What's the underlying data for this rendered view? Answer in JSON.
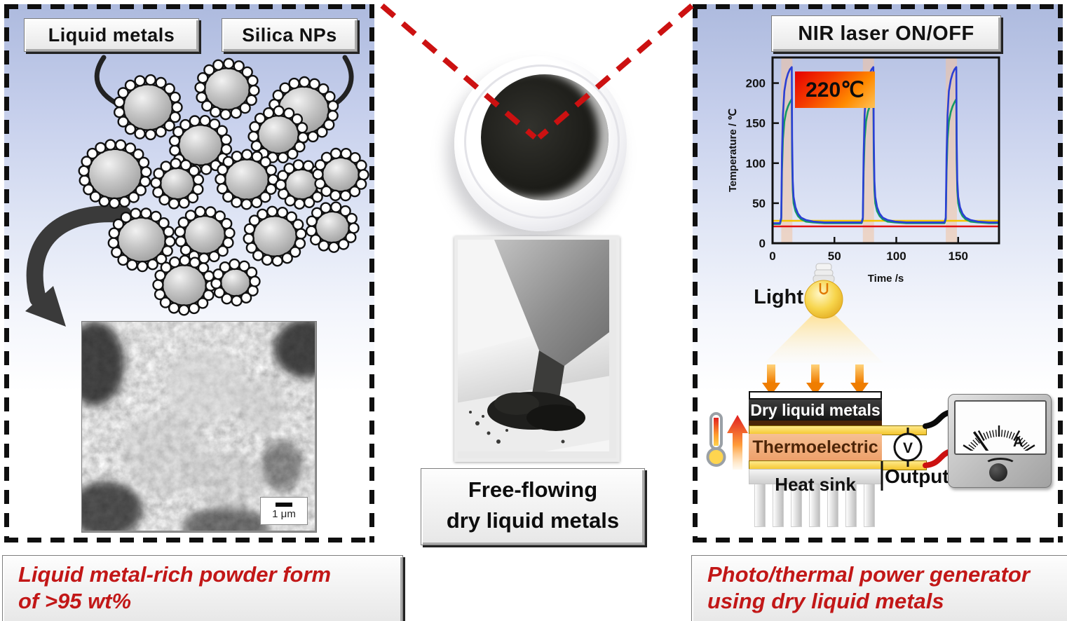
{
  "left_panel": {
    "labels": {
      "liquid_metals": "Liquid metals",
      "silica_nps": "Silica NPs"
    },
    "sem_scale": "1 μm",
    "caption": {
      "line1": "Liquid metal-rich powder form",
      "line2": "of >95 wt%"
    },
    "schematic": {
      "particles": [
        [
          205,
          147,
          35
        ],
        [
          318,
          121,
          32
        ],
        [
          427,
          151,
          36
        ],
        [
          280,
          201,
          31
        ],
        [
          391,
          186,
          29
        ],
        [
          158,
          242,
          38
        ],
        [
          247,
          256,
          24
        ],
        [
          346,
          250,
          31
        ],
        [
          424,
          257,
          23
        ],
        [
          480,
          243,
          26
        ],
        [
          196,
          336,
          34
        ],
        [
          286,
          329,
          29
        ],
        [
          386,
          331,
          31
        ],
        [
          468,
          318,
          24
        ],
        [
          257,
          401,
          31
        ],
        [
          330,
          397,
          21
        ]
      ]
    }
  },
  "middle": {
    "caption": {
      "line1": "Free-flowing",
      "line2": "dry liquid metals"
    }
  },
  "right_panel": {
    "title": "NIR laser ON/OFF",
    "temp_badge": "220℃",
    "light_label": "Light",
    "stack": {
      "top_layer": "Dry liquid metals",
      "middle_layer": "Thermoelectric",
      "bottom_layer": "Heat sink"
    },
    "output_label": "Output",
    "voltmeter_label": "V",
    "ammeter_label": "A",
    "caption": {
      "line1": "Photo/thermal power generator",
      "line2": "using dry liquid metals"
    }
  },
  "colors": {
    "caption_red": "#c21717",
    "dash_red": "#cc1111",
    "laser_band": "#f3c3a0",
    "series_blue": "#2b3fd4",
    "series_green": "#159a62",
    "series_yellow": "#f5c400",
    "series_red": "#e01212"
  },
  "chart_data": {
    "type": "line",
    "title": "NIR laser ON/OFF temperature cycling",
    "xlabel": "Time /s",
    "ylabel": "Temperature / ℃",
    "xlim": [
      0,
      183
    ],
    "ylim": [
      0,
      232
    ],
    "xticks": [
      0,
      50,
      100,
      150
    ],
    "yticks": [
      0,
      50,
      100,
      150,
      200
    ],
    "grid": false,
    "legend": "none",
    "annotation": "220℃",
    "laser_on_intervals": [
      [
        7,
        16
      ],
      [
        73,
        82
      ],
      [
        140,
        149
      ]
    ],
    "series": [
      {
        "name": "red",
        "color": "#e01212",
        "points": [
          [
            0,
            21
          ],
          [
            183,
            21
          ]
        ]
      },
      {
        "name": "yellow",
        "color": "#f5c400",
        "points": [
          [
            0,
            28
          ],
          [
            183,
            28
          ]
        ]
      },
      {
        "name": "green",
        "color": "#159a62",
        "points": [
          [
            0,
            24
          ],
          [
            6,
            24
          ],
          [
            7,
            30
          ],
          [
            7.6,
            90
          ],
          [
            8.4,
            130
          ],
          [
            9.5,
            152
          ],
          [
            11,
            164
          ],
          [
            12.5,
            171
          ],
          [
            14,
            176
          ],
          [
            15.5,
            180
          ],
          [
            15.8,
            105
          ],
          [
            16.3,
            66
          ],
          [
            17,
            50
          ],
          [
            18.5,
            40
          ],
          [
            20.5,
            34
          ],
          [
            23,
            30
          ],
          [
            27,
            27
          ],
          [
            33,
            26
          ],
          [
            42,
            25
          ],
          [
            55,
            25
          ],
          [
            66,
            25
          ],
          [
            72,
            25
          ],
          [
            73,
            30
          ],
          [
            73.6,
            90
          ],
          [
            74.4,
            130
          ],
          [
            75.5,
            152
          ],
          [
            77,
            164
          ],
          [
            78.5,
            171
          ],
          [
            80,
            176
          ],
          [
            81.5,
            180
          ],
          [
            81.8,
            105
          ],
          [
            82.3,
            66
          ],
          [
            83,
            50
          ],
          [
            84.5,
            40
          ],
          [
            86.5,
            34
          ],
          [
            89,
            30
          ],
          [
            93,
            27
          ],
          [
            99,
            26
          ],
          [
            108,
            25
          ],
          [
            121,
            25
          ],
          [
            133,
            25
          ],
          [
            139,
            25
          ],
          [
            140,
            30
          ],
          [
            140.6,
            90
          ],
          [
            141.4,
            130
          ],
          [
            142.5,
            152
          ],
          [
            144,
            164
          ],
          [
            145.5,
            171
          ],
          [
            147,
            176
          ],
          [
            148.5,
            180
          ],
          [
            148.8,
            105
          ],
          [
            149.3,
            66
          ],
          [
            150,
            50
          ],
          [
            151.5,
            40
          ],
          [
            153.5,
            34
          ],
          [
            156,
            30
          ],
          [
            160,
            27
          ],
          [
            166,
            26
          ],
          [
            175,
            25
          ],
          [
            183,
            25
          ]
        ]
      },
      {
        "name": "blue",
        "color": "#2b3fd4",
        "points": [
          [
            0,
            25
          ],
          [
            6,
            25
          ],
          [
            7,
            32
          ],
          [
            7.6,
            110
          ],
          [
            8.4,
            160
          ],
          [
            9.5,
            190
          ],
          [
            11,
            204
          ],
          [
            12.5,
            212
          ],
          [
            14,
            217
          ],
          [
            15.5,
            220
          ],
          [
            15.8,
            130
          ],
          [
            16.3,
            78
          ],
          [
            17,
            58
          ],
          [
            18.5,
            45
          ],
          [
            20.5,
            37
          ],
          [
            23,
            32
          ],
          [
            27,
            29
          ],
          [
            33,
            27
          ],
          [
            42,
            26
          ],
          [
            55,
            26
          ],
          [
            66,
            26
          ],
          [
            72,
            26
          ],
          [
            73,
            32
          ],
          [
            73.6,
            110
          ],
          [
            74.4,
            160
          ],
          [
            75.5,
            190
          ],
          [
            77,
            204
          ],
          [
            78.5,
            212
          ],
          [
            80,
            217
          ],
          [
            81.5,
            220
          ],
          [
            81.8,
            130
          ],
          [
            82.3,
            78
          ],
          [
            83,
            58
          ],
          [
            84.5,
            45
          ],
          [
            86.5,
            37
          ],
          [
            89,
            32
          ],
          [
            93,
            29
          ],
          [
            99,
            27
          ],
          [
            108,
            26
          ],
          [
            121,
            26
          ],
          [
            133,
            26
          ],
          [
            139,
            26
          ],
          [
            140,
            32
          ],
          [
            140.6,
            110
          ],
          [
            141.4,
            160
          ],
          [
            142.5,
            190
          ],
          [
            144,
            204
          ],
          [
            145.5,
            212
          ],
          [
            147,
            217
          ],
          [
            148.5,
            220
          ],
          [
            148.8,
            130
          ],
          [
            149.3,
            78
          ],
          [
            150,
            58
          ],
          [
            151.5,
            45
          ],
          [
            153.5,
            37
          ],
          [
            156,
            32
          ],
          [
            160,
            29
          ],
          [
            166,
            27
          ],
          [
            175,
            26
          ],
          [
            183,
            26
          ]
        ]
      }
    ]
  }
}
